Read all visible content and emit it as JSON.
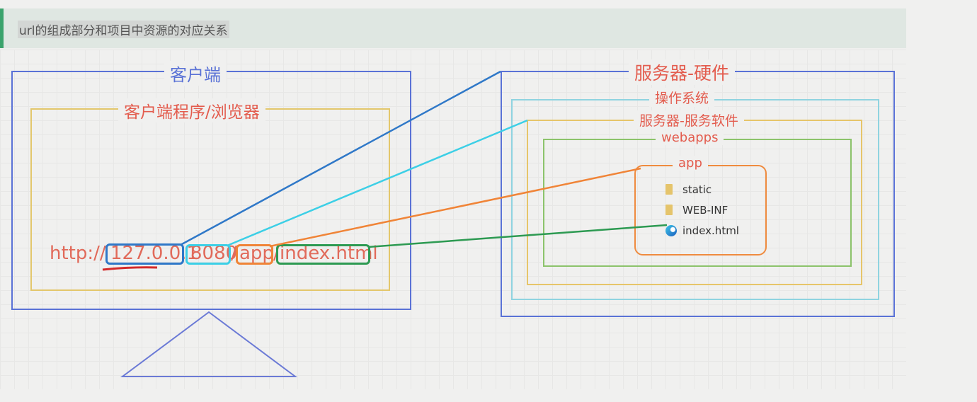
{
  "header": {
    "title": "url的组成部分和项目中资源的对应关系"
  },
  "client": {
    "label": "客户端",
    "program_label": "客户端程序/浏览器",
    "url_parts": [
      "http://",
      "127.0.0.1",
      ":",
      "8080",
      "/",
      "app",
      "/",
      "index.html"
    ]
  },
  "server": {
    "label": "服务器-硬件",
    "os_label": "操作系统",
    "software_label": "服务器-服务软件",
    "webapps_label": "webapps",
    "app_label": "app",
    "files": [
      "static",
      "WEB-INF",
      "index.html"
    ]
  },
  "colors": {
    "client_box": "#5a72d6",
    "browser_box": "#e3c76c",
    "os_box": "#8fd3e0",
    "software_box": "#e6c56a",
    "webapps_box": "#8cc36b",
    "app_box": "#ef8b3f",
    "host_line": "#2f78c8",
    "port_line": "#3ccfe6",
    "path_line": "#f08437",
    "file_line": "#2d9a52",
    "label_text": "#e35c4e"
  },
  "icons": {
    "folder": "folder-icon",
    "html_file": "edge-browser-icon"
  }
}
